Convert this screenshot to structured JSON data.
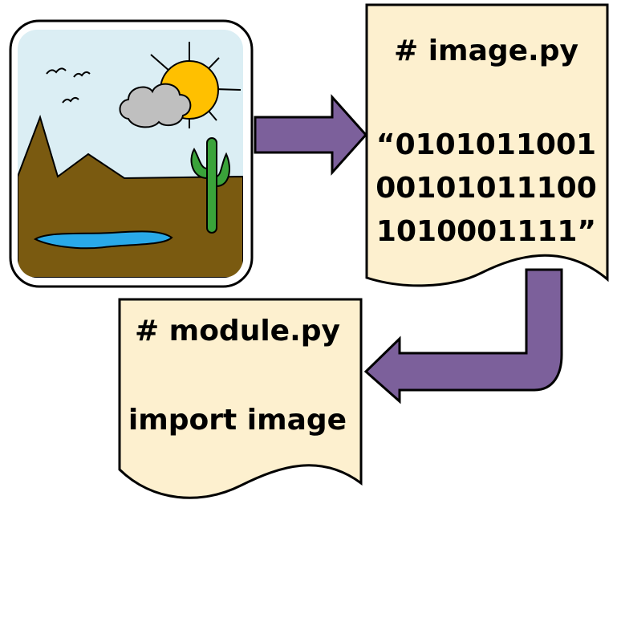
{
  "image_file": {
    "title": "# image.py",
    "lines": [
      "“0101011001",
      "00101011100",
      "1010001111”"
    ]
  },
  "module_file": {
    "title": "# module.py",
    "code": "import image"
  },
  "colors": {
    "document_fill": "#fdf0cf",
    "arrow_fill": "#7c609b",
    "sky": "#dbeef4",
    "ground": "#7a5a10",
    "sun": "#ffc000",
    "cloud": "#bfbfbf",
    "cactus": "#3aa33a",
    "water": "#29a9e8",
    "frame_border": "#000000"
  },
  "icons": [
    "landscape-image-icon",
    "right-arrow-icon",
    "elbow-arrow-icon"
  ]
}
